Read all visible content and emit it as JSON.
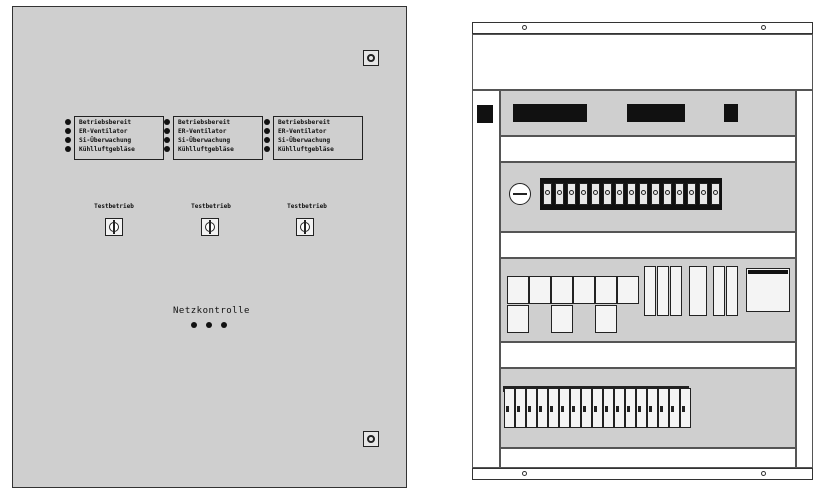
{
  "door": {
    "lamp_panels": [
      {
        "lines": [
          "Betriebsbereit",
          "ER-Ventilator",
          "Si-Überwachung",
          "Kühlluftgebläse"
        ]
      },
      {
        "lines": [
          "Betriebsbereit",
          "ER-Ventilator",
          "Si-Überwachung",
          "Kühlluftgebläse"
        ]
      },
      {
        "lines": [
          "Betriebsbereit",
          "ER-Ventilator",
          "Si-Überwachung",
          "Kühlluftgebläse"
        ]
      }
    ],
    "test_switches": [
      "Testbetrieb",
      "Testbetrieb",
      "Testbetrieb"
    ],
    "netz_label": "Netzkontrolle"
  },
  "icons": {
    "door_lock": "lock-icon",
    "indicator": "led-icon",
    "key_switch": "key-switch-icon",
    "main_switch": "rotary-switch-icon"
  },
  "colors": {
    "door_fill": "#cfcfcf",
    "plate_fill": "#cfcfcf",
    "rail": "#111111",
    "outline": "#333333"
  }
}
